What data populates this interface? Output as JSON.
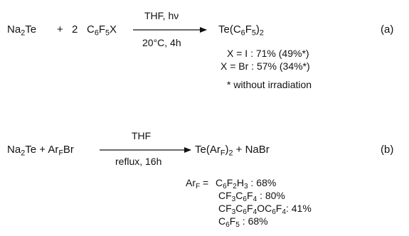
{
  "reaction_a": {
    "reactant1_main": "Na",
    "reactant1_sub": "2",
    "reactant1_tail": "Te",
    "plus": "+",
    "coefficient": "2",
    "reactant2_c": "C",
    "reactant2_c_sub": "6",
    "reactant2_f": "F",
    "reactant2_f_sub": "5",
    "reactant2_x": "X",
    "condition_above": "THF, hν",
    "condition_below": "20°C, 4h",
    "product_main": "Te(C",
    "product_sub1": "6",
    "product_mid": "F",
    "product_sub2": "5",
    "product_tail": ")",
    "product_sub3": "2",
    "label": "(a)",
    "yields": [
      "X = I : 71% (49%*)",
      "X = Br : 57% (34%*)"
    ],
    "footnote": "* without irradiation"
  },
  "reaction_b": {
    "reactant1_main": "Na",
    "reactant1_sub": "2",
    "reactant1_tail": "Te + Ar",
    "reactant1_arsub": "F",
    "reactant1_end": "Br",
    "condition_above": "THF",
    "condition_below": "reflux, 16h",
    "product_main": "Te(Ar",
    "product_sub1": "F",
    "product_tail": ")",
    "product_sub2": "2",
    "product_end": " + NaBr",
    "label": "(b)",
    "arf_lead": "Ar",
    "arf_lead_sub": "F",
    "arf_eq": " = ",
    "substituents": [
      {
        "parts": [
          [
            "C",
            ""
          ],
          [
            "6",
            "s"
          ],
          [
            "F",
            ""
          ],
          [
            "2",
            "s"
          ],
          [
            "H",
            ""
          ],
          [
            "3",
            "s"
          ],
          [
            " : 68%",
            ""
          ]
        ]
      },
      {
        "parts": [
          [
            "CF",
            ""
          ],
          [
            "3",
            "s"
          ],
          [
            "C",
            ""
          ],
          [
            "6",
            "s"
          ],
          [
            "F",
            ""
          ],
          [
            "4",
            "s"
          ],
          [
            " : 80%",
            ""
          ]
        ]
      },
      {
        "parts": [
          [
            "CF",
            ""
          ],
          [
            "3",
            "s"
          ],
          [
            "C",
            ""
          ],
          [
            "6",
            "s"
          ],
          [
            "F",
            ""
          ],
          [
            "4",
            "s"
          ],
          [
            "OC",
            ""
          ],
          [
            "6",
            "s"
          ],
          [
            "F",
            ""
          ],
          [
            "4",
            "s"
          ],
          [
            ": 41%",
            ""
          ]
        ]
      },
      {
        "parts": [
          [
            "C",
            ""
          ],
          [
            "6",
            "s"
          ],
          [
            "F",
            ""
          ],
          [
            "5",
            "s"
          ],
          [
            " : 68%",
            ""
          ]
        ]
      }
    ]
  }
}
